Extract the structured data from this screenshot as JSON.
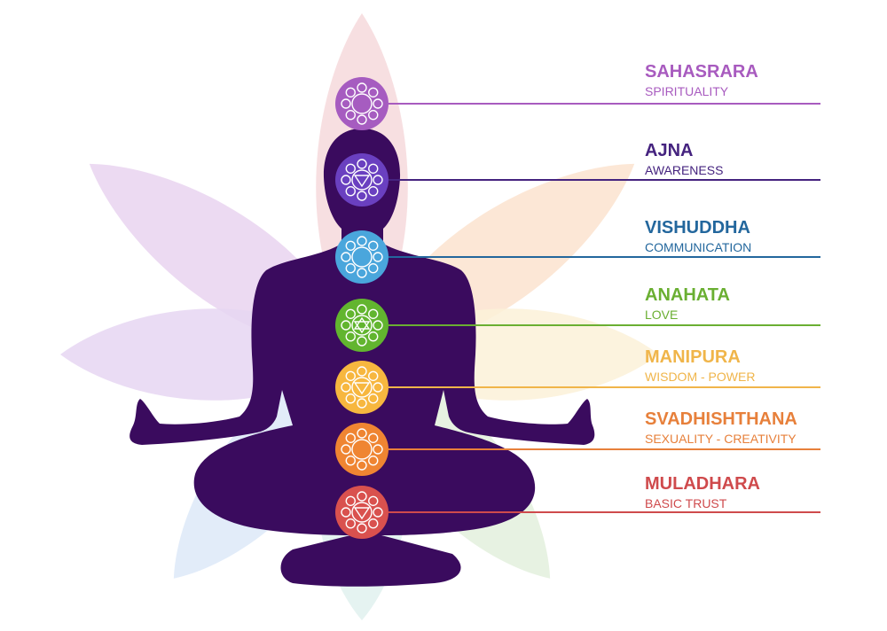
{
  "chakras": [
    {
      "name": "SAHASRARA",
      "meaning": "SPIRITUALITY",
      "color": "#a85bbf",
      "circle": "#a65cc0"
    },
    {
      "name": "AJNA",
      "meaning": "AWARENESS",
      "color": "#45237f",
      "circle": "#6a40c0"
    },
    {
      "name": "VISHUDDHA",
      "meaning": "COMMUNICATION",
      "color": "#23679d",
      "circle": "#4aa6dc"
    },
    {
      "name": "ANAHATA",
      "meaning": "LOVE",
      "color": "#6aaf32",
      "circle": "#62b52f"
    },
    {
      "name": "MANIPURA",
      "meaning": "WISDOM - POWER",
      "color": "#f0b54a",
      "circle": "#f7b73f"
    },
    {
      "name": "SVADHISHTHANA",
      "meaning": "SEXUALITY - CREATIVITY",
      "color": "#e7803b",
      "circle": "#ef8532"
    },
    {
      "name": "MULADHARA",
      "meaning": "BASIC TRUST",
      "color": "#cf4a4c",
      "circle": "#d9514e"
    }
  ],
  "silhouette_color": "#3a0b5e",
  "petal_colors": [
    "#f6d9dc",
    "#e9d3f0",
    "#e6d6f2",
    "#fbe3cf",
    "#fbf1d8",
    "#dde9f8",
    "#e3f0dd",
    "#e1f1ee"
  ]
}
